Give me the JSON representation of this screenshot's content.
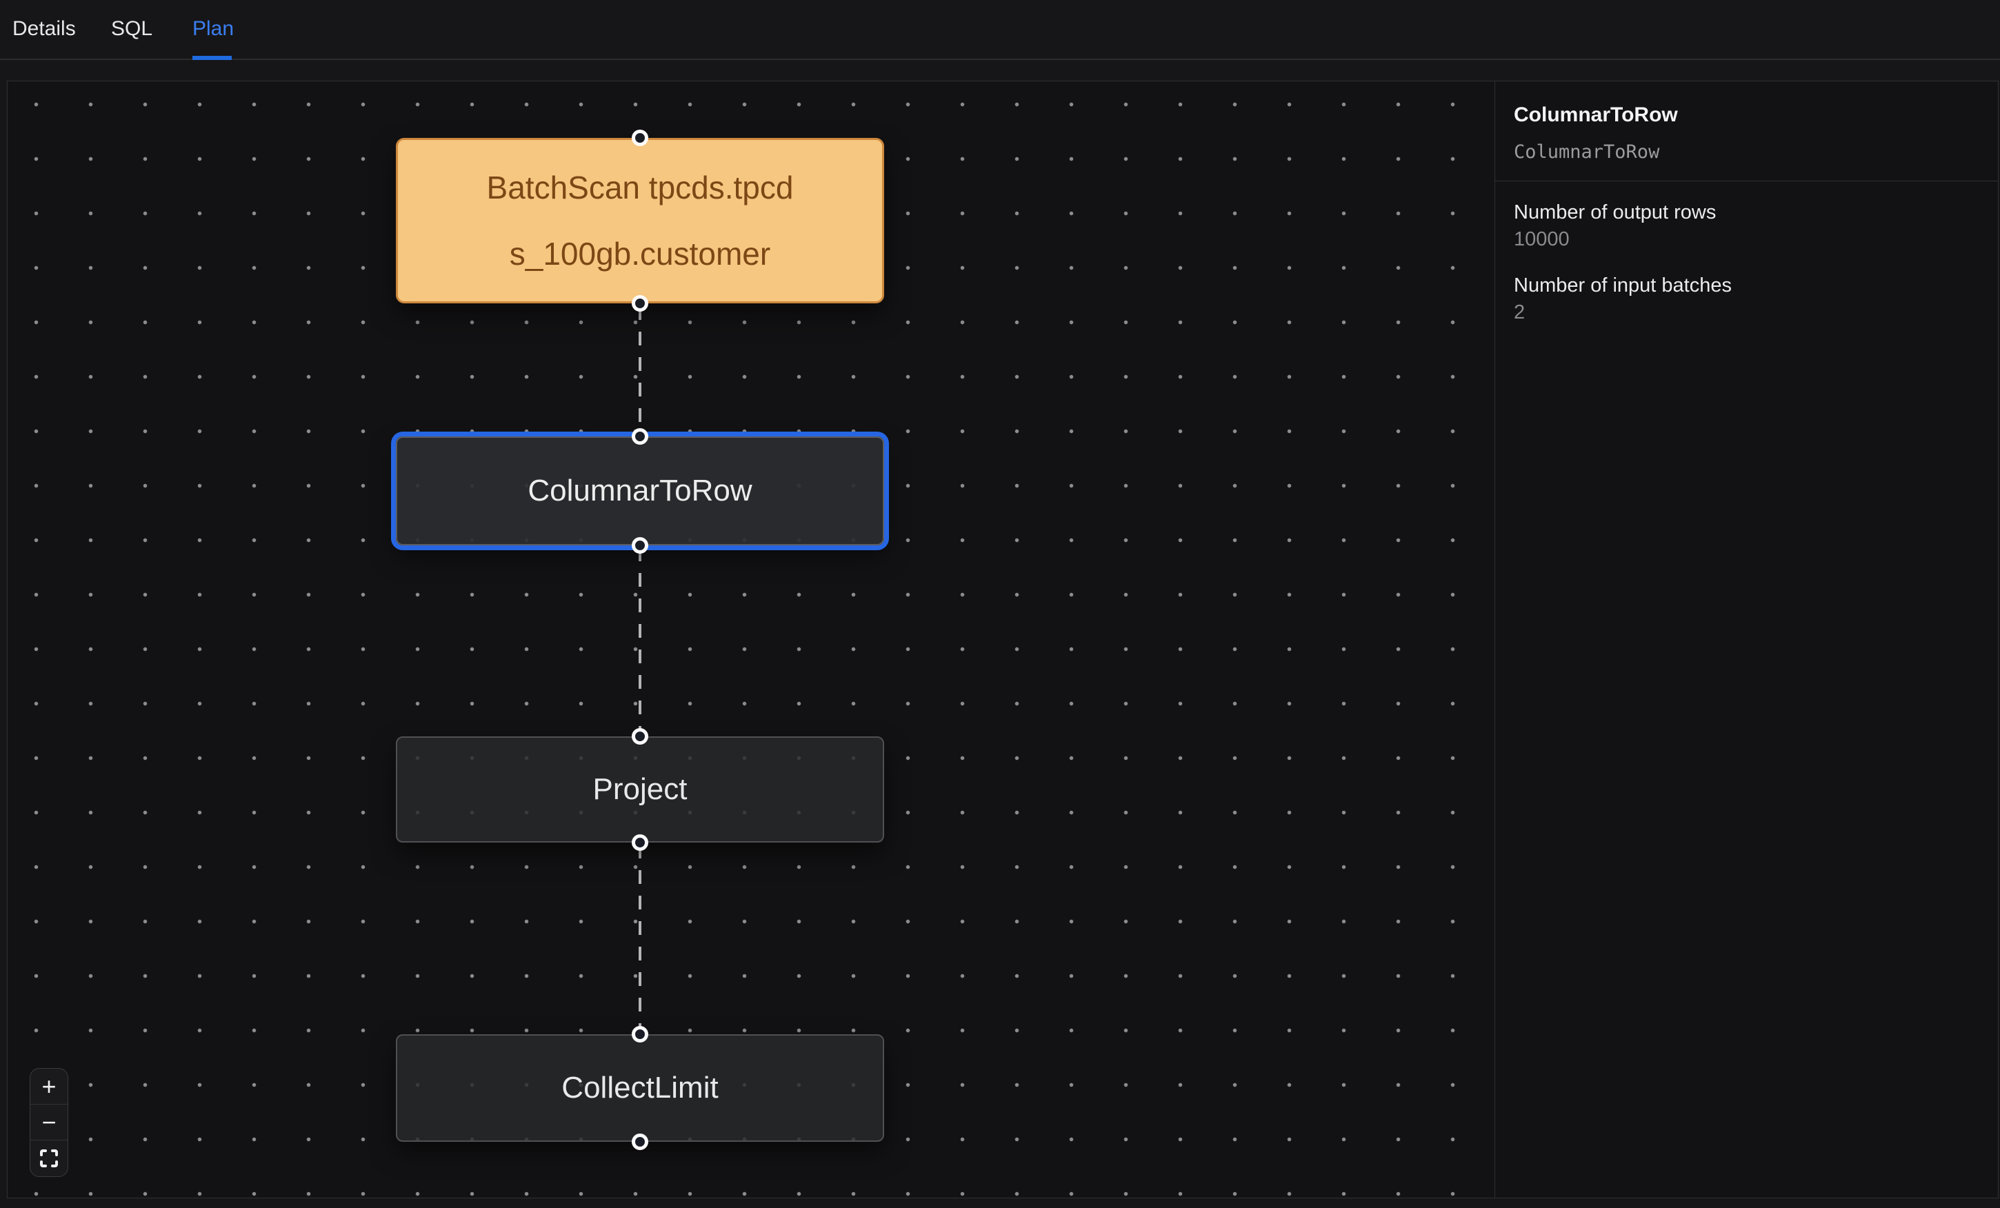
{
  "tabs": {
    "items": [
      {
        "label": "Details",
        "active": false
      },
      {
        "label": "SQL",
        "active": false
      },
      {
        "label": "Plan",
        "active": true
      }
    ]
  },
  "plan_graph": {
    "nodes": [
      {
        "id": "batchscan",
        "label": "BatchScan tpcds.tpcds_100gb.customer",
        "line1": "BatchScan tpcds.tpcd",
        "line2": "s_100gb.customer",
        "type": "scan",
        "selected": false
      },
      {
        "id": "columnar_to_row",
        "label": "ColumnarToRow",
        "type": "exec",
        "selected": true
      },
      {
        "id": "project",
        "label": "Project",
        "type": "exec",
        "selected": false
      },
      {
        "id": "collect_limit",
        "label": "CollectLimit",
        "type": "exec",
        "selected": false
      }
    ],
    "edges": [
      {
        "from": "batchscan",
        "to": "columnar_to_row"
      },
      {
        "from": "columnar_to_row",
        "to": "project"
      },
      {
        "from": "project",
        "to": "collect_limit"
      }
    ],
    "controls": {
      "zoom_in": "+",
      "zoom_out": "−",
      "fit_view": "fit-view"
    }
  },
  "sidebar": {
    "title": "ColumnarToRow",
    "subtitle": "ColumnarToRow",
    "metrics": [
      {
        "label": "Number of output rows",
        "value": "10000"
      },
      {
        "label": "Number of input batches",
        "value": "2"
      }
    ]
  },
  "colors": {
    "accent_blue": "#2766e2",
    "tab_active_blue": "#3b7ef0",
    "scan_node_fill": "#f6c781",
    "scan_node_border": "#ce883c",
    "scan_node_text": "#7c4715",
    "dark_node_fill": "#28292c",
    "dark_node_border": "#505054",
    "edge_gray": "#b4b4b6",
    "canvas_dot": "#8d8d90",
    "background": "#141416"
  }
}
